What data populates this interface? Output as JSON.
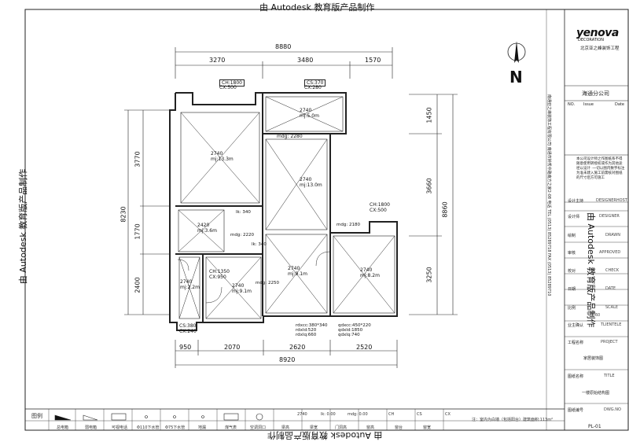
{
  "watermark": "由 Autodesk 教育版产品制作",
  "dims": {
    "top_total": "8880",
    "top_segments": [
      "3270",
      "3480",
      "1570"
    ],
    "bottom_segments": [
      "950",
      "2070",
      "2620",
      "2520"
    ],
    "bottom_total": "8920",
    "left_total": "8230",
    "left_segments": [
      "3770",
      "1770",
      "2400"
    ],
    "right_total": "8860",
    "right_segments": [
      "1450",
      "3660",
      "3250"
    ]
  },
  "labels": {
    "ch1800a": "CH:1800",
    "cx500a": "CX:500",
    "cs370": "CS:370",
    "cx280": "CX:280",
    "ch1800b": "CH:1800",
    "cx500b": "CX:500",
    "ch1350": "CH:1350",
    "cx950": "CX:950",
    "cs380": "CS:380",
    "cx240": "CX:240",
    "mdg2280": "mdg: 2280",
    "mdg2220": "mdg: 2220",
    "mdg2180": "mdg: 2180",
    "mdg2250": "mdg: 2250",
    "lk340a": "lk: 340",
    "lk340b": "lk: 340",
    "win_info": [
      "rdxcc:380*340",
      "rdxld:520",
      "rdxlq:660",
      "qdxcc:450*220",
      "qdxld:1850",
      "qdxlq:740"
    ]
  },
  "rooms": [
    {
      "h": "2740",
      "a": "mj:13.3m"
    },
    {
      "h": "2740",
      "a": "mj:5.0m"
    },
    {
      "h": "2740",
      "a": "mj:13.0m"
    },
    {
      "h": "2420",
      "a": "mj:3.6m"
    },
    {
      "h": "2740",
      "a": "mj:2.2m"
    },
    {
      "h": "2740",
      "a": "mj:9.1m"
    },
    {
      "h": "2740",
      "a": "mj:9.1m"
    },
    {
      "h": "2740",
      "a": "mj:8.2m"
    }
  ],
  "north": "N",
  "titleblock": {
    "brand": "yenova",
    "brand_sub": "DECORATION",
    "company_cn": "北京亚之峰装饰工程",
    "branch": "海通分公司",
    "no": "NO.",
    "issue": "Issue",
    "date": "Date",
    "vertical_address": "南通亚之峰装饰工程有限公司   南通市钟秀中路南方之家2-08   电话   TEL (0513) 85289718   FAX (0513) 85289710",
    "notice": "本公司设计师之作图纸系不得随意使用转授权或作为其他途径以设计 ·一切以图内数字标注为准未建入施工前需核对图纸的尺寸后方可施工",
    "rows": [
      {
        "cn": "设计主持",
        "en": "DESIGNERHOST"
      },
      {
        "cn": "设计师",
        "en": "DESIGNER"
      },
      {
        "cn": "绘制",
        "en": "DRAWN"
      },
      {
        "cn": "审核",
        "en": "APPROVED"
      },
      {
        "cn": "校对",
        "en": "CHECK"
      },
      {
        "cn": "日期",
        "en": "DATE"
      },
      {
        "cn": "比例",
        "en": "SCALE"
      },
      {
        "cn": "",
        "en": "1:60"
      },
      {
        "cn": "业主确认",
        "en": "TLIENTELE"
      },
      {
        "cn": "工程名称",
        "en": "PROJECT"
      },
      {
        "cn": "家居装饰图",
        "en": ""
      },
      {
        "cn": "图纸名称",
        "en": "TITLE"
      },
      {
        "cn": "一楼原始结构图",
        "en": ""
      },
      {
        "cn": "图纸编号",
        "en": "DWG.NO"
      }
    ],
    "dwg_no": "PL-01"
  },
  "legend": {
    "label": "图例",
    "items": [
      "总电箱",
      "弱电箱",
      "可视电话",
      "Φ110下水管",
      "Φ75下水管",
      "地漏",
      "煤气表",
      "空调洞口",
      "梁高",
      "梁宽",
      "门洞高",
      "窗高",
      "窗台",
      "窗宽"
    ],
    "row1": [
      "",
      "",
      "",
      "",
      "",
      "",
      "",
      "",
      "2740",
      "lk: 0.00",
      "mdg: 0.00",
      "CH",
      "CS",
      "CX"
    ],
    "note": "注：室内为白墙（包括阳台）建筑面积:113m²"
  }
}
